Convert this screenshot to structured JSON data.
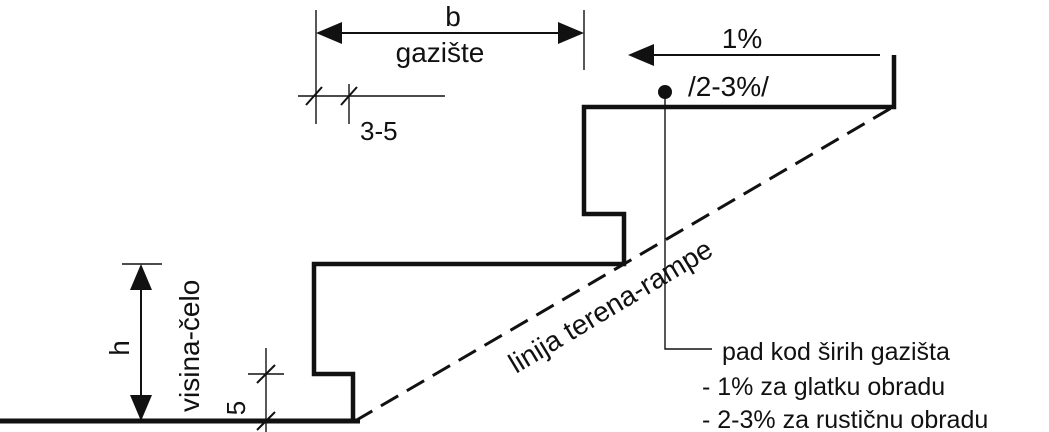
{
  "labels": {
    "b": "b",
    "tread": "gazište",
    "nosing": "3-5",
    "slope": "1%",
    "slope_alt": "/2-3%/",
    "terrain_line": "linija terena-rampe",
    "h": "h",
    "riser": "visina-čelo",
    "bottom_offset": "5"
  },
  "note": {
    "line1": "pad kod širih gazišta",
    "line2": "- 1% za glatku obradu",
    "line3": "- 2-3% za rustičnu obradu"
  }
}
